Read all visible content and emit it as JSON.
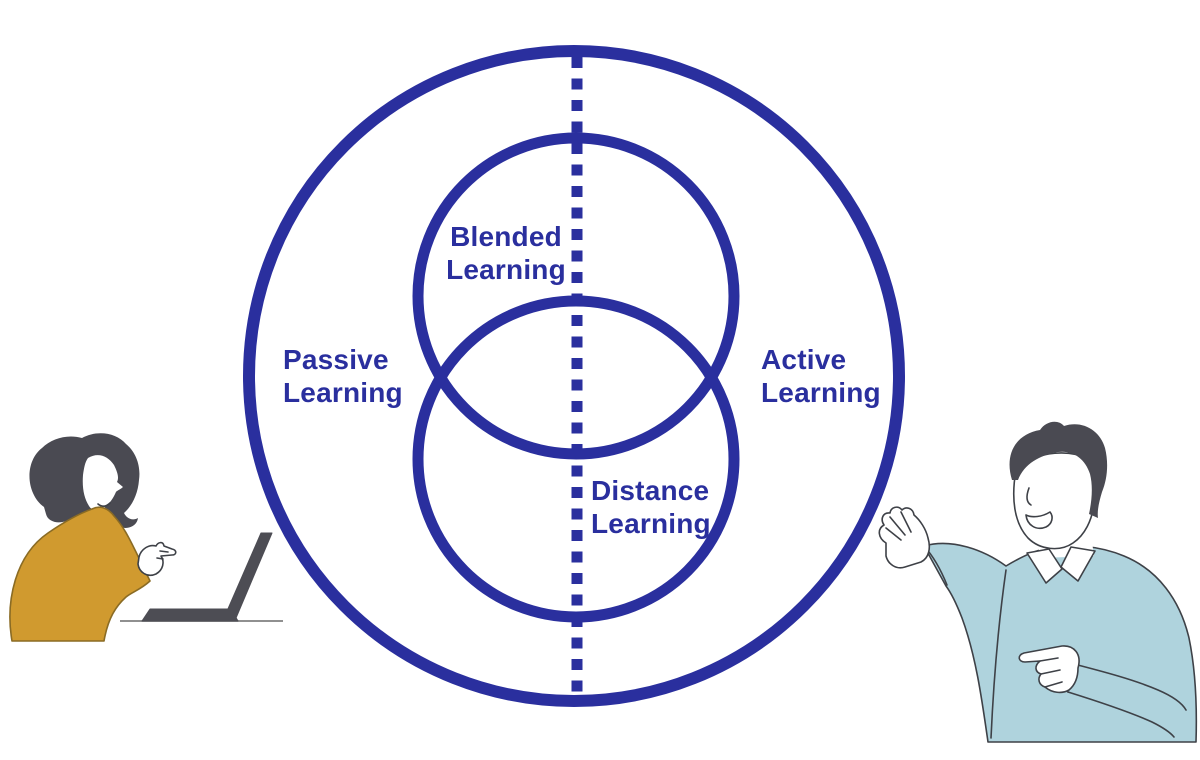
{
  "labels": {
    "blended": "Blended\nLearning",
    "passive": "Passive\nLearning",
    "active": "Active\nLearning",
    "distance": "Distance\nLearning"
  },
  "illustrations": {
    "left": "woman working on laptop",
    "right": "man presenting diagram"
  },
  "colors": {
    "primary_blue": "#2A2F9E",
    "hair_gray": "#4A4A52",
    "woman_sweater": "#D09A2F",
    "woman_sweater_outline": "#8A6B24",
    "man_sweater": "#AFD3DD",
    "outline_dark": "#3E4147",
    "laptop_gray": "#4D4D54",
    "desk_line": "#909090"
  }
}
